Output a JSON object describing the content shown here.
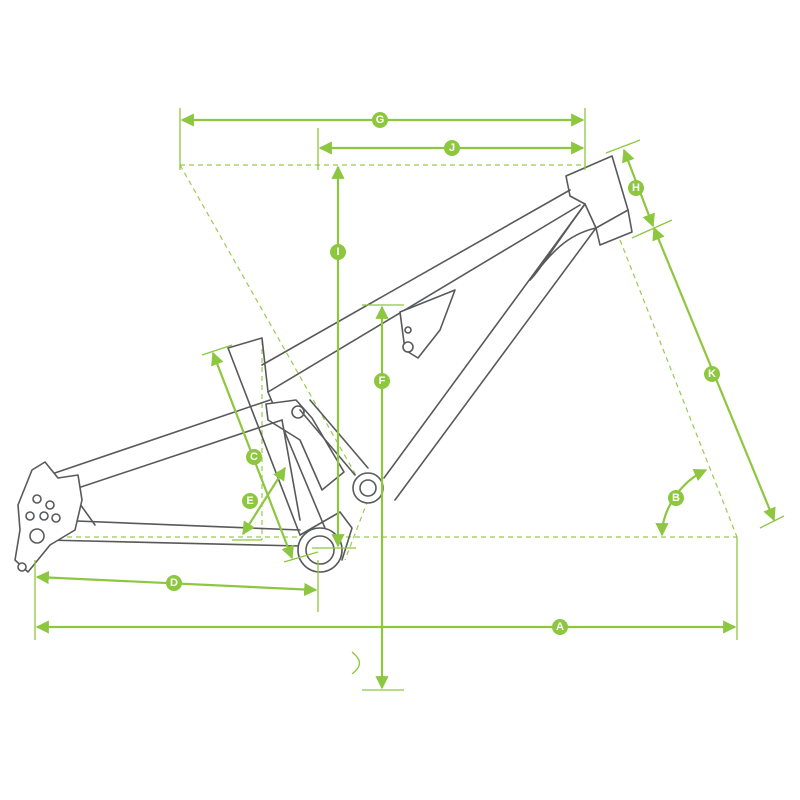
{
  "dimension_labels": {
    "A": "A",
    "B": "B",
    "C": "C",
    "D": "D",
    "E": "E",
    "F": "F",
    "G": "G",
    "H": "H",
    "I": "I",
    "J": "J",
    "K": "K"
  },
  "colors": {
    "dimension": "#8dc63f",
    "frame_outline": "#58595b",
    "background": "#ffffff"
  }
}
